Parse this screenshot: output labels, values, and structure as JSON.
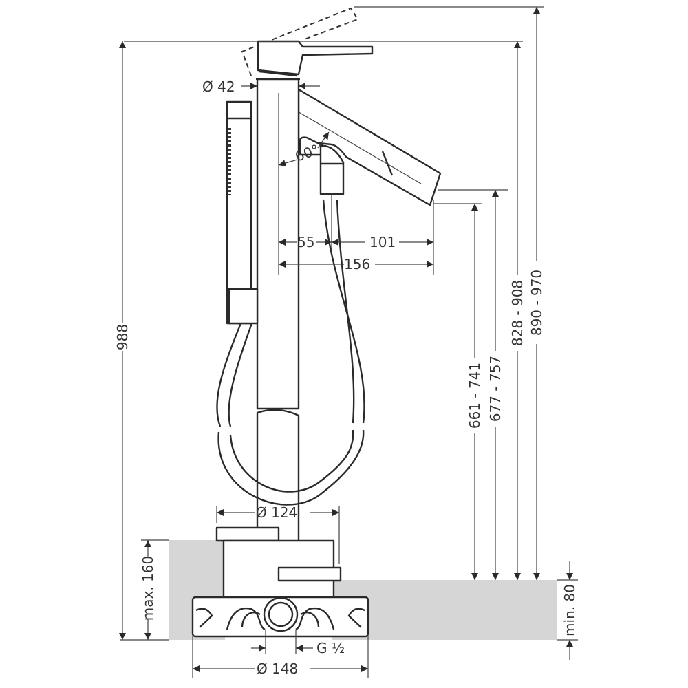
{
  "drawing": {
    "colors": {
      "line": "#2a2a2a",
      "floor": "#d6d6d6"
    },
    "dimensions": {
      "spout_diameter": "Ø 42",
      "spout_angle": "60°",
      "offset_55": "55",
      "offset_101": "101",
      "reach_156": "156",
      "total_height": "988",
      "spout_height_1": "661 - 741",
      "spout_height_2": "677 - 757",
      "handle_height": "828 - 908",
      "handle_raised_height": "890 - 970",
      "base_diameter": "Ø 124",
      "max_depth": "max. 160",
      "min_depth": "min. 80",
      "thread": "G ½",
      "plate_diameter": "Ø 148"
    }
  }
}
